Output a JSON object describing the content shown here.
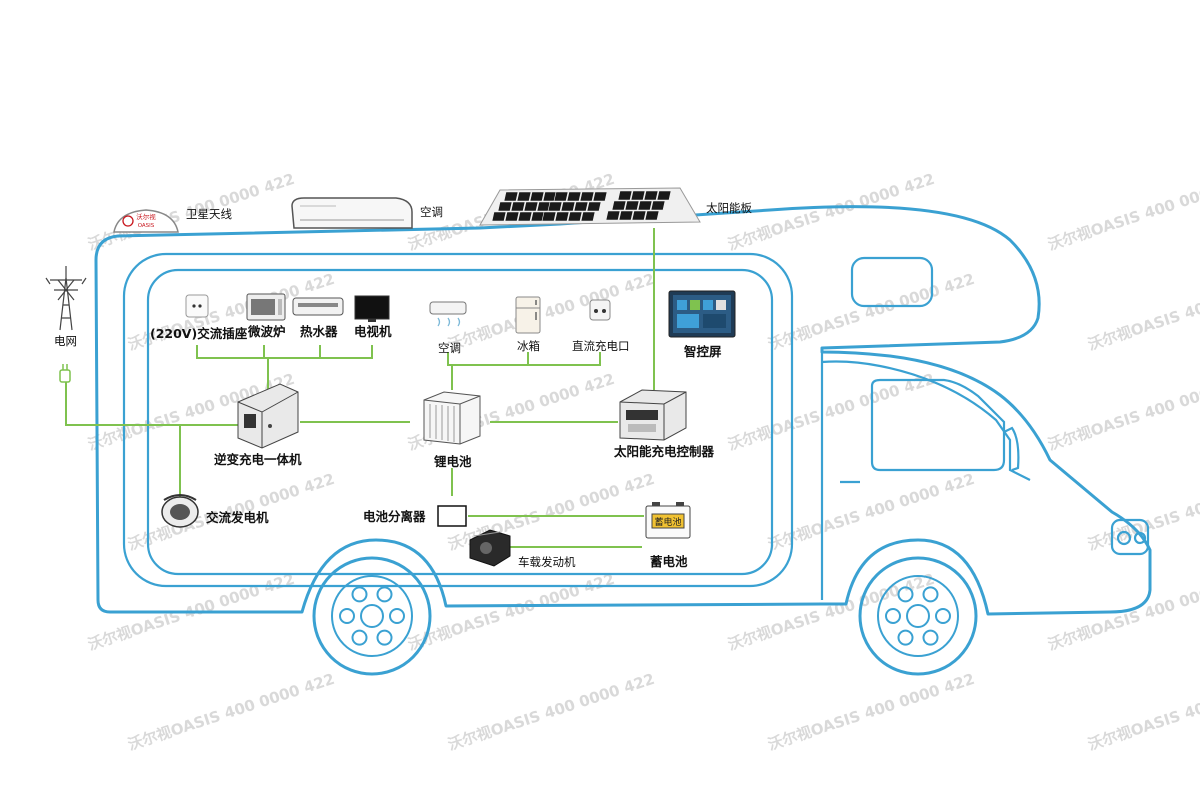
{
  "labels": {
    "satellite_antenna": "卫星天线",
    "roof_ac": "空调",
    "solar_panel": "太阳能板",
    "power_grid": "电网",
    "ac_socket": "(220V)交流插座",
    "microwave": "微波炉",
    "water_heater": "热水器",
    "tv": "电视机",
    "indoor_ac": "空调",
    "fridge": "冰箱",
    "dc_port": "直流充电口",
    "smart_screen": "智控屏",
    "inverter_charger": "逆变充电一体机",
    "lithium_battery": "锂电池",
    "solar_controller": "太阳能充电控制器",
    "ac_generator": "交流发电机",
    "battery_isolator": "电池分离器",
    "vehicle_engine": "车载发动机",
    "storage_battery": "蓄电池",
    "storage_battery_mark": "蓄电池",
    "antenna_logo": "沃尔视",
    "antenna_logo_en": "OASIS"
  },
  "watermark": "沃尔视OASIS 400 0000 422",
  "colors": {
    "rv_outline": "#3aa1d2",
    "wire": "#7fc24f",
    "watermark": "#d9d9d9",
    "logo_red": "#c8161d"
  }
}
